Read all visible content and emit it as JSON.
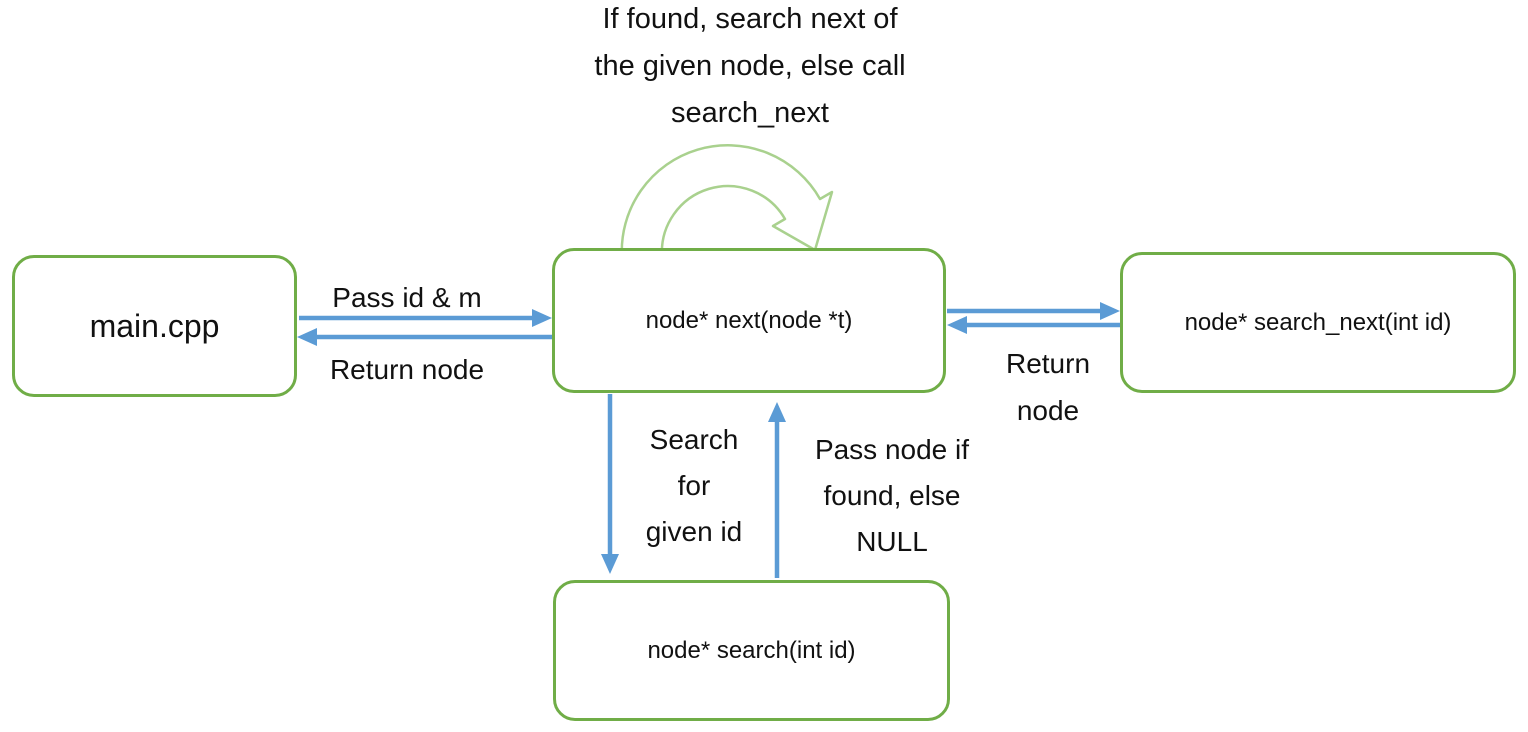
{
  "diagram": {
    "title": "If found, search next of\nthe given node, else call\nsearch_next",
    "nodes": {
      "main": {
        "label": "main.cpp"
      },
      "next": {
        "label": "node* next(node *t)"
      },
      "search_next": {
        "label": "node* search_next(int id)"
      },
      "search": {
        "label": "node* search(int id)"
      }
    },
    "edge_labels": {
      "pass_id": "Pass id & m",
      "return_node_left": "Return node",
      "return_node_right": "Return\nnode",
      "search_for": "Search\nfor\ngiven id",
      "pass_node": "Pass node if\nfound, else\nNULL"
    },
    "colors": {
      "box_border": "#70ad47",
      "loop_arrow": "#a9d18e",
      "arrow_blue": "#5b9bd5",
      "text": "#111111",
      "background": "#ffffff"
    }
  }
}
